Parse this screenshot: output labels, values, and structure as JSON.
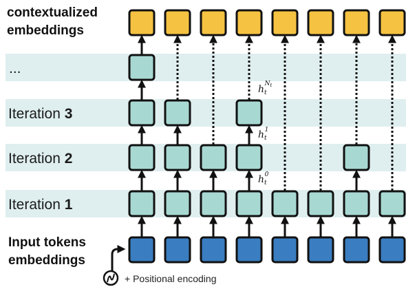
{
  "labels": {
    "top_line1": "contextualized",
    "top_line2": "embeddings",
    "dots": "...",
    "iter3_prefix": "Iteration ",
    "iter3_num": "3",
    "iter2_prefix": "Iteration ",
    "iter2_num": "2",
    "iter1_prefix": "Iteration ",
    "iter1_num": "1",
    "input_line1": "Input tokens",
    "input_line2": "embeddings",
    "positional": "+ Positional encoding"
  },
  "state_labels": {
    "h_base": "h",
    "h_sub": "t",
    "sup_0": "0",
    "sup_1": "1",
    "sup_N": "N",
    "sup_N_sub": "t"
  },
  "colors": {
    "output": "#f5c242",
    "hidden": "#a8d8d2",
    "input": "#3a7dc0",
    "band": "#dfeeee",
    "stroke": "#111111"
  },
  "rows": [
    "output",
    "dots",
    "iteration-3",
    "iteration-2",
    "iteration-1",
    "input"
  ],
  "columns": [
    {
      "present": [
        "output",
        "dots",
        "iteration-3",
        "iteration-2",
        "iteration-1",
        "input"
      ]
    },
    {
      "present": [
        "output",
        "iteration-3",
        "iteration-2",
        "iteration-1",
        "input"
      ]
    },
    {
      "present": [
        "output",
        "iteration-2",
        "iteration-1",
        "input"
      ]
    },
    {
      "present": [
        "output",
        "iteration-3",
        "iteration-2",
        "iteration-1",
        "input"
      ]
    },
    {
      "present": [
        "output",
        "iteration-1",
        "input"
      ]
    },
    {
      "present": [
        "output",
        "iteration-1",
        "input"
      ]
    },
    {
      "present": [
        "output",
        "iteration-2",
        "iteration-1",
        "input"
      ]
    },
    {
      "present": [
        "output",
        "iteration-1",
        "input"
      ]
    }
  ]
}
